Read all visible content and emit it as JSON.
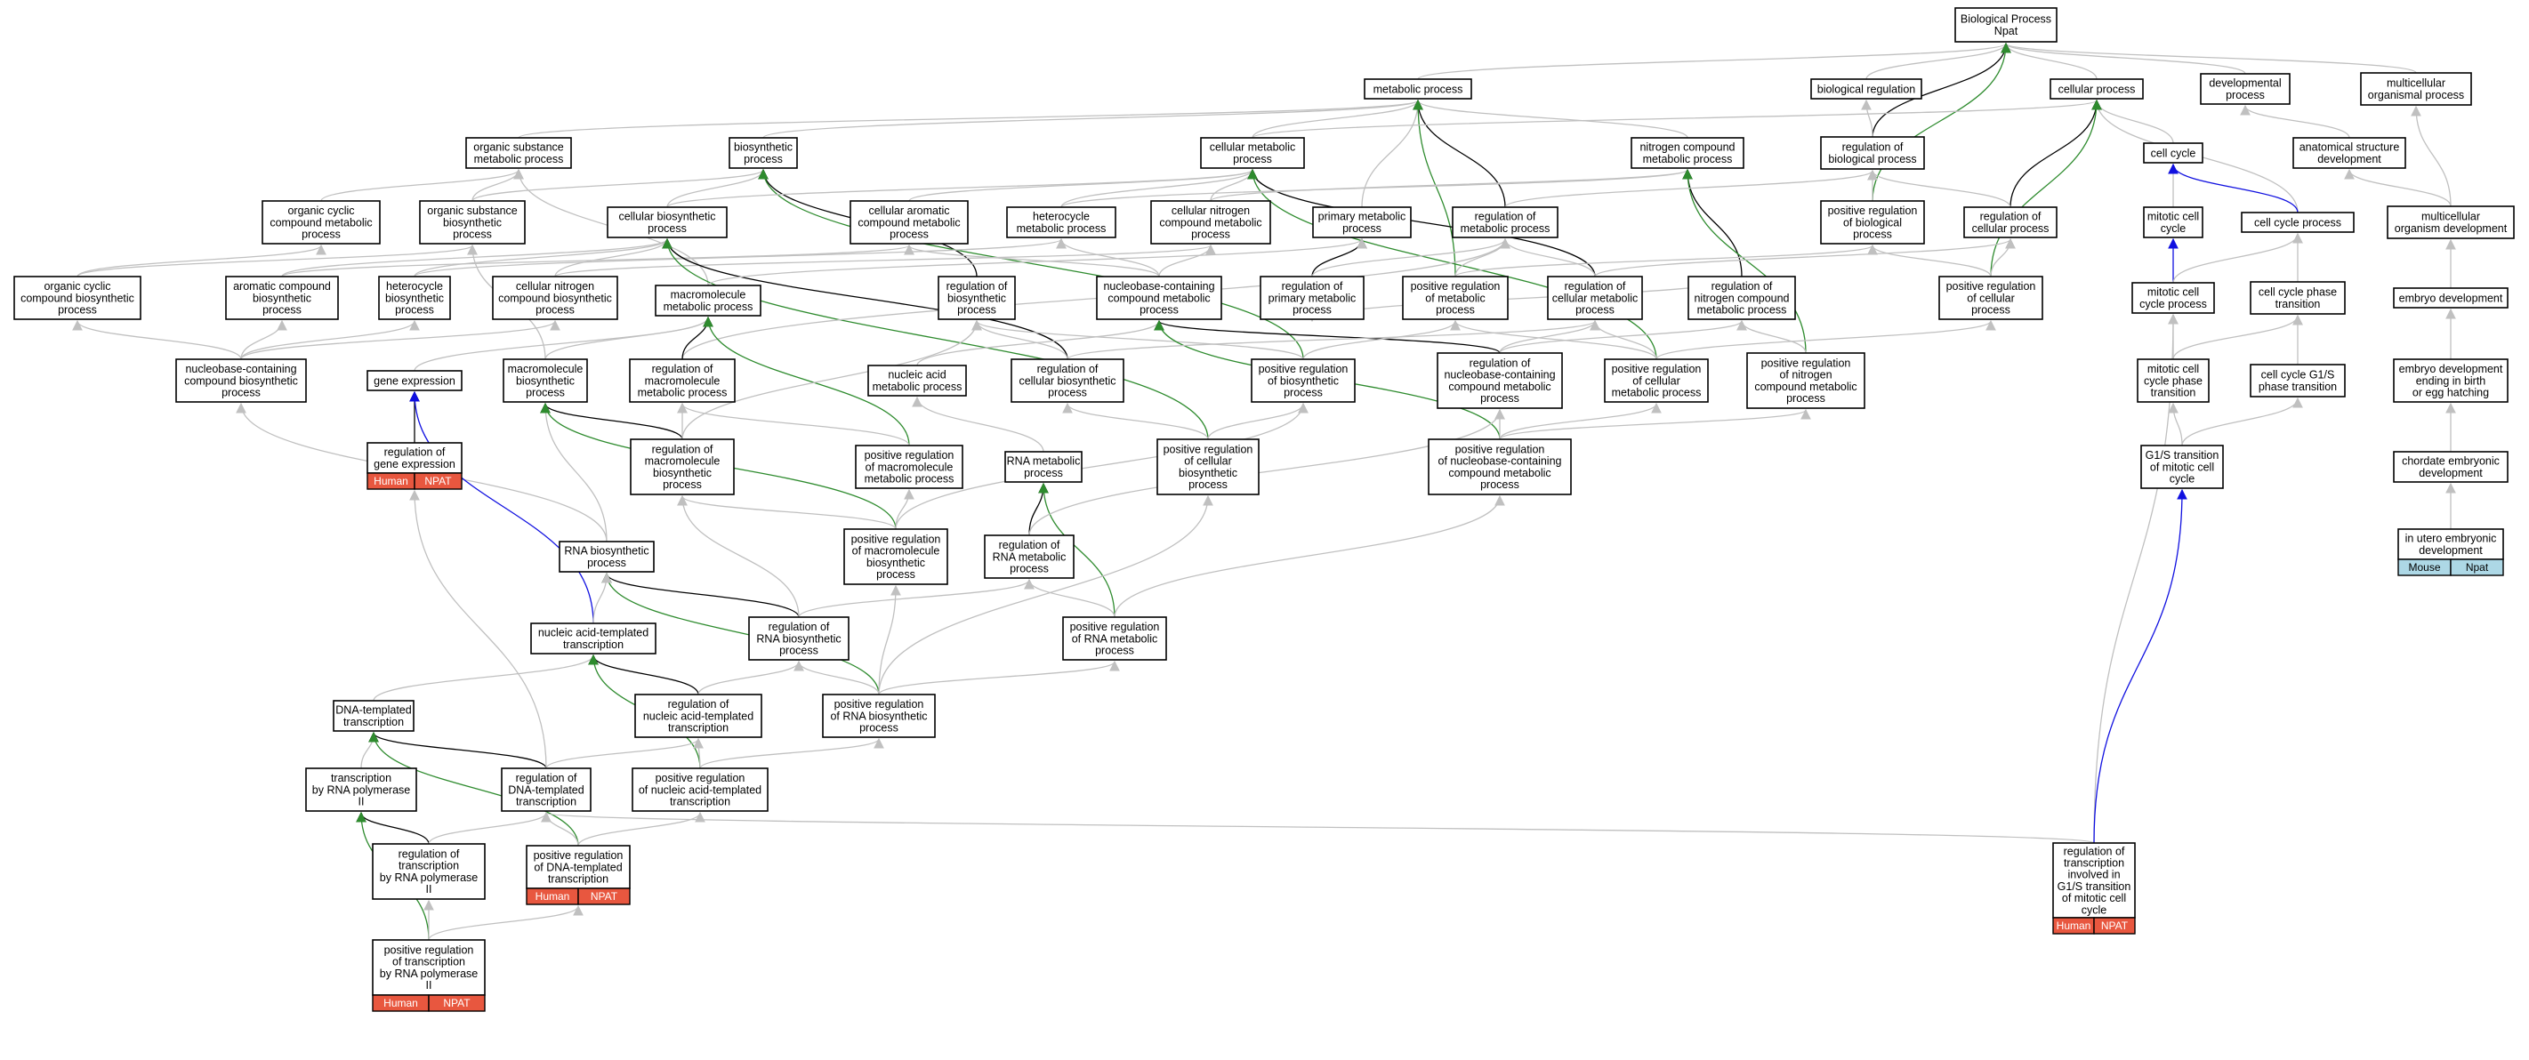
{
  "colors": {
    "gray_edge": "#c0c0c0",
    "black_edge": "#000000",
    "green_edge": "#2e8b2e",
    "blue_edge": "#1010e0",
    "badge_human": "#e8573f",
    "badge_mouse": "#add8e6"
  },
  "nodes": [
    {
      "id": "bp",
      "label": [
        "Biological Process",
        "Npat"
      ]
    },
    {
      "id": "mp",
      "label": [
        "metabolic process"
      ]
    },
    {
      "id": "breg",
      "label": [
        "biological regulation"
      ]
    },
    {
      "id": "cp",
      "label": [
        "cellular process"
      ]
    },
    {
      "id": "dp",
      "label": [
        "developmental",
        "process"
      ]
    },
    {
      "id": "mop",
      "label": [
        "multicellular",
        "organismal process"
      ]
    },
    {
      "id": "osmp",
      "label": [
        "organic substance",
        "metabolic process"
      ]
    },
    {
      "id": "bsp",
      "label": [
        "biosynthetic",
        "process"
      ]
    },
    {
      "id": "cmp",
      "label": [
        "cellular metabolic",
        "process"
      ]
    },
    {
      "id": "ncmp",
      "label": [
        "nitrogen compound",
        "metabolic process"
      ]
    },
    {
      "id": "rbp",
      "label": [
        "regulation of",
        "biological process"
      ]
    },
    {
      "id": "cc",
      "label": [
        "cell cycle"
      ]
    },
    {
      "id": "asd",
      "label": [
        "anatomical structure",
        "development"
      ]
    },
    {
      "id": "occmp",
      "label": [
        "organic cyclic",
        "compound metabolic",
        "process"
      ]
    },
    {
      "id": "osbp",
      "label": [
        "organic substance",
        "biosynthetic",
        "process"
      ]
    },
    {
      "id": "cbp",
      "label": [
        "cellular biosynthetic",
        "process"
      ]
    },
    {
      "id": "cacmp",
      "label": [
        "cellular aromatic",
        "compound metabolic",
        "process"
      ]
    },
    {
      "id": "hmp",
      "label": [
        "heterocycle",
        "metabolic process"
      ]
    },
    {
      "id": "cncmp",
      "label": [
        "cellular nitrogen",
        "compound metabolic",
        "process"
      ]
    },
    {
      "id": "pmp",
      "label": [
        "primary metabolic",
        "process"
      ]
    },
    {
      "id": "rmp",
      "label": [
        "regulation of",
        "metabolic process"
      ]
    },
    {
      "id": "prbp",
      "label": [
        "positive regulation",
        "of biological",
        "process"
      ]
    },
    {
      "id": "rcp",
      "label": [
        "regulation of",
        "cellular process"
      ]
    },
    {
      "id": "mcc",
      "label": [
        "mitotic cell",
        "cycle"
      ]
    },
    {
      "id": "ccp",
      "label": [
        "cell cycle process"
      ]
    },
    {
      "id": "mod",
      "label": [
        "multicellular",
        "organism development"
      ]
    },
    {
      "id": "occbp",
      "label": [
        "organic cyclic",
        "compound biosynthetic",
        "process"
      ]
    },
    {
      "id": "acbp",
      "label": [
        "aromatic compound",
        "biosynthetic",
        "process"
      ]
    },
    {
      "id": "hbp",
      "label": [
        "heterocycle",
        "biosynthetic",
        "process"
      ]
    },
    {
      "id": "cncbp",
      "label": [
        "cellular nitrogen",
        "compound biosynthetic",
        "process"
      ]
    },
    {
      "id": "mmp",
      "label": [
        "macromolecule",
        "metabolic process"
      ]
    },
    {
      "id": "rbsp",
      "label": [
        "regulation of",
        "biosynthetic",
        "process"
      ]
    },
    {
      "id": "nbccmp",
      "label": [
        "nucleobase-containing",
        "compound metabolic",
        "process"
      ]
    },
    {
      "id": "rpmp",
      "label": [
        "regulation of",
        "primary metabolic",
        "process"
      ]
    },
    {
      "id": "prmp",
      "label": [
        "positive regulation",
        "of metabolic",
        "process"
      ]
    },
    {
      "id": "rcmp",
      "label": [
        "regulation of",
        "cellular metabolic",
        "process"
      ]
    },
    {
      "id": "rncmp",
      "label": [
        "regulation of",
        "nitrogen compound",
        "metabolic process"
      ]
    },
    {
      "id": "prcp",
      "label": [
        "positive regulation",
        "of cellular",
        "process"
      ]
    },
    {
      "id": "mccp",
      "label": [
        "mitotic cell",
        "cycle process"
      ]
    },
    {
      "id": "ccpt",
      "label": [
        "cell cycle phase",
        "transition"
      ]
    },
    {
      "id": "ed",
      "label": [
        "embryo development"
      ]
    },
    {
      "id": "nbccbp",
      "label": [
        "nucleobase-containing",
        "compound biosynthetic",
        "process"
      ]
    },
    {
      "id": "ge",
      "label": [
        "gene expression"
      ]
    },
    {
      "id": "mbp",
      "label": [
        "macromolecule",
        "biosynthetic",
        "process"
      ]
    },
    {
      "id": "rmmp",
      "label": [
        "regulation of",
        "macromolecule",
        "metabolic process"
      ]
    },
    {
      "id": "namp",
      "label": [
        "nucleic acid",
        "metabolic process"
      ]
    },
    {
      "id": "rcbp",
      "label": [
        "regulation of",
        "cellular biosynthetic",
        "process"
      ]
    },
    {
      "id": "prbsp",
      "label": [
        "positive regulation",
        "of biosynthetic",
        "process"
      ]
    },
    {
      "id": "rnbccmp",
      "label": [
        "regulation of",
        "nucleobase-containing",
        "compound metabolic",
        "process"
      ]
    },
    {
      "id": "prcmp",
      "label": [
        "positive regulation",
        "of cellular",
        "metabolic process"
      ]
    },
    {
      "id": "prncmp",
      "label": [
        "positive regulation",
        "of nitrogen",
        "compound metabolic",
        "process"
      ]
    },
    {
      "id": "mccpt",
      "label": [
        "mitotic cell",
        "cycle phase",
        "transition"
      ]
    },
    {
      "id": "ccg1s",
      "label": [
        "cell cycle G1/S",
        "phase transition"
      ]
    },
    {
      "id": "edeb",
      "label": [
        "embryo development",
        "ending in birth",
        "or egg hatching"
      ]
    },
    {
      "id": "rge",
      "label": [
        "regulation of",
        "gene expression"
      ],
      "badges": [
        "Human",
        "NPAT"
      ]
    },
    {
      "id": "rmbp",
      "label": [
        "regulation of",
        "macromolecule",
        "biosynthetic",
        "process"
      ]
    },
    {
      "id": "prmmp",
      "label": [
        "positive regulation",
        "of macromolecule",
        "metabolic process"
      ]
    },
    {
      "id": "rnamp",
      "label": [
        "RNA metabolic",
        "process"
      ]
    },
    {
      "id": "prcbp",
      "label": [
        "positive regulation",
        "of cellular",
        "biosynthetic",
        "process"
      ]
    },
    {
      "id": "prnbccmp",
      "label": [
        "positive regulation",
        "of nucleobase-containing",
        "compound metabolic",
        "process"
      ]
    },
    {
      "id": "g1s",
      "label": [
        "G1/S transition",
        "of mitotic cell",
        "cycle"
      ]
    },
    {
      "id": "ced",
      "label": [
        "chordate embryonic",
        "development"
      ]
    },
    {
      "id": "ued",
      "label": [
        "in utero embryonic",
        "development"
      ],
      "badges": [
        "Mouse",
        "Npat"
      ]
    },
    {
      "id": "rnabp",
      "label": [
        "RNA biosynthetic",
        "process"
      ]
    },
    {
      "id": "prmbp",
      "label": [
        "positive regulation",
        "of macromolecule",
        "biosynthetic",
        "process"
      ]
    },
    {
      "id": "rrnamp",
      "label": [
        "regulation of",
        "RNA metabolic",
        "process"
      ]
    },
    {
      "id": "natt",
      "label": [
        "nucleic acid-templated",
        "transcription"
      ]
    },
    {
      "id": "rrnabp",
      "label": [
        "regulation of",
        "RNA biosynthetic",
        "process"
      ]
    },
    {
      "id": "prrnamp",
      "label": [
        "positive regulation",
        "of RNA metabolic",
        "process"
      ]
    },
    {
      "id": "dtt",
      "label": [
        "DNA-templated",
        "transcription"
      ]
    },
    {
      "id": "rnatt",
      "label": [
        "regulation of",
        "nucleic acid-templated",
        "transcription"
      ]
    },
    {
      "id": "prrnabp",
      "label": [
        "positive regulation",
        "of RNA biosynthetic",
        "process"
      ]
    },
    {
      "id": "trp2",
      "label": [
        "transcription",
        "by RNA polymerase",
        "II"
      ]
    },
    {
      "id": "rdtt",
      "label": [
        "regulation of",
        "DNA-templated",
        "transcription"
      ]
    },
    {
      "id": "prnatt",
      "label": [
        "positive regulation",
        "of nucleic acid-templated",
        "transcription"
      ]
    },
    {
      "id": "rtrp2",
      "label": [
        "regulation of",
        "transcription",
        "by RNA polymerase",
        "II"
      ]
    },
    {
      "id": "prdtt",
      "label": [
        "positive regulation",
        "of DNA-templated",
        "transcription"
      ],
      "badges": [
        "Human",
        "NPAT"
      ]
    },
    {
      "id": "rtg1s",
      "label": [
        "regulation of",
        "transcription",
        "involved in",
        "G1/S transition",
        "of mitotic cell",
        "cycle"
      ],
      "badges": [
        "Human",
        "NPAT"
      ]
    },
    {
      "id": "prtrp2",
      "label": [
        "positive regulation",
        "of transcription",
        "by RNA polymerase",
        "II"
      ],
      "badges": [
        "Human",
        "NPAT"
      ]
    }
  ],
  "edges": [
    [
      "mp",
      "bp",
      "gray"
    ],
    [
      "breg",
      "bp",
      "gray"
    ],
    [
      "cp",
      "bp",
      "gray"
    ],
    [
      "dp",
      "bp",
      "gray"
    ],
    [
      "mop",
      "bp",
      "gray"
    ],
    [
      "rbp",
      "bp",
      "black"
    ],
    [
      "prbp",
      "bp",
      "green"
    ],
    [
      "osmp",
      "mp",
      "gray"
    ],
    [
      "bsp",
      "mp",
      "gray"
    ],
    [
      "cmp",
      "mp",
      "gray"
    ],
    [
      "ncmp",
      "mp",
      "gray"
    ],
    [
      "pmp",
      "mp",
      "gray"
    ],
    [
      "rmp",
      "mp",
      "black"
    ],
    [
      "prmp",
      "mp",
      "green"
    ],
    [
      "rbp",
      "breg",
      "gray"
    ],
    [
      "cmp",
      "cp",
      "gray"
    ],
    [
      "cc",
      "cp",
      "gray"
    ],
    [
      "ccp",
      "cp",
      "gray"
    ],
    [
      "rcp",
      "cp",
      "black"
    ],
    [
      "prcp",
      "cp",
      "green"
    ],
    [
      "asd",
      "dp",
      "gray"
    ],
    [
      "mod",
      "mop",
      "gray"
    ],
    [
      "mod",
      "asd",
      "gray"
    ],
    [
      "occmp",
      "osmp",
      "gray"
    ],
    [
      "osbp",
      "osmp",
      "gray"
    ],
    [
      "mmp",
      "osmp",
      "gray"
    ],
    [
      "osbp",
      "bsp",
      "gray"
    ],
    [
      "cbp",
      "bsp",
      "gray"
    ],
    [
      "rbsp",
      "bsp",
      "black"
    ],
    [
      "prbsp",
      "bsp",
      "green"
    ],
    [
      "cbp",
      "cmp",
      "gray"
    ],
    [
      "cacmp",
      "cmp",
      "gray"
    ],
    [
      "hmp",
      "cmp",
      "gray"
    ],
    [
      "cncmp",
      "cmp",
      "gray"
    ],
    [
      "rcmp",
      "cmp",
      "black"
    ],
    [
      "prcmp",
      "cmp",
      "green"
    ],
    [
      "cncmp",
      "ncmp",
      "gray"
    ],
    [
      "hmp",
      "ncmp",
      "gray"
    ],
    [
      "rncmp",
      "ncmp",
      "black"
    ],
    [
      "prncmp",
      "ncmp",
      "green"
    ],
    [
      "rmp",
      "rbp",
      "gray"
    ],
    [
      "rcp",
      "rbp",
      "gray"
    ],
    [
      "prbp",
      "rbp",
      "gray"
    ],
    [
      "mcc",
      "cc",
      "gray"
    ],
    [
      "ccp",
      "cc",
      "blue"
    ],
    [
      "ed",
      "mod",
      "gray"
    ],
    [
      "occbp",
      "occmp",
      "gray"
    ],
    [
      "acbp",
      "cacmp",
      "gray"
    ],
    [
      "hbp",
      "hmp",
      "gray"
    ],
    [
      "cncbp",
      "cncmp",
      "gray"
    ],
    [
      "occbp",
      "osbp",
      "gray"
    ],
    [
      "mbp",
      "osbp",
      "gray"
    ],
    [
      "cncbp",
      "cbp",
      "gray"
    ],
    [
      "acbp",
      "cbp",
      "gray"
    ],
    [
      "hbp",
      "cbp",
      "gray"
    ],
    [
      "rcbp",
      "cbp",
      "black"
    ],
    [
      "prcbp",
      "cbp",
      "green"
    ],
    [
      "nbccmp",
      "cacmp",
      "gray"
    ],
    [
      "nbccmp",
      "hmp",
      "gray"
    ],
    [
      "nbccmp",
      "cncmp",
      "gray"
    ],
    [
      "rpmp",
      "pmp",
      "black"
    ],
    [
      "mmp",
      "pmp",
      "gray"
    ],
    [
      "rpmp",
      "rmp",
      "gray"
    ],
    [
      "rcmp",
      "rmp",
      "gray"
    ],
    [
      "prmp",
      "rmp",
      "gray"
    ],
    [
      "rmmp",
      "rmp",
      "gray"
    ],
    [
      "prmp",
      "prbp",
      "gray"
    ],
    [
      "prcp",
      "prbp",
      "gray"
    ],
    [
      "rcmp",
      "rcp",
      "gray"
    ],
    [
      "prcp",
      "rcp",
      "gray"
    ],
    [
      "mccp",
      "mcc",
      "blue"
    ],
    [
      "mccp",
      "ccp",
      "gray"
    ],
    [
      "ccpt",
      "ccp",
      "gray"
    ],
    [
      "edeb",
      "ed",
      "gray"
    ],
    [
      "nbccbp",
      "occbp",
      "gray"
    ],
    [
      "nbccbp",
      "acbp",
      "gray"
    ],
    [
      "nbccbp",
      "hbp",
      "gray"
    ],
    [
      "nbccbp",
      "cncbp",
      "gray"
    ],
    [
      "ge",
      "mmp",
      "gray"
    ],
    [
      "mbp",
      "mmp",
      "gray"
    ],
    [
      "rmmp",
      "mmp",
      "black"
    ],
    [
      "prmmp",
      "mmp",
      "green"
    ],
    [
      "rcbp",
      "rbsp",
      "gray"
    ],
    [
      "prbsp",
      "rbsp",
      "gray"
    ],
    [
      "rmbp",
      "rbsp",
      "gray"
    ],
    [
      "namp",
      "nbccmp",
      "gray"
    ],
    [
      "rnbccmp",
      "nbccmp",
      "black"
    ],
    [
      "prnbccmp",
      "nbccmp",
      "green"
    ],
    [
      "rncmp",
      "rpmp",
      "gray"
    ],
    [
      "prbsp",
      "prmp",
      "gray"
    ],
    [
      "prcmp",
      "prmp",
      "gray"
    ],
    [
      "rnbccmp",
      "rcmp",
      "gray"
    ],
    [
      "prcmp",
      "rcmp",
      "gray"
    ],
    [
      "rcbp",
      "rcmp",
      "gray"
    ],
    [
      "rnbccmp",
      "rncmp",
      "gray"
    ],
    [
      "prncmp",
      "rncmp",
      "gray"
    ],
    [
      "prcmp",
      "prcp",
      "gray"
    ],
    [
      "mccpt",
      "mccp",
      "gray"
    ],
    [
      "mccpt",
      "ccpt",
      "gray"
    ],
    [
      "ccg1s",
      "ccpt",
      "gray"
    ],
    [
      "ced",
      "edeb",
      "gray"
    ],
    [
      "ued",
      "ced",
      "gray"
    ],
    [
      "rnabp",
      "nbccbp",
      "gray"
    ],
    [
      "rnabp",
      "mbp",
      "gray"
    ],
    [
      "rge",
      "ge",
      "black"
    ],
    [
      "natt",
      "ge",
      "blue"
    ],
    [
      "rmbp",
      "mbp",
      "black"
    ],
    [
      "prmbp",
      "mbp",
      "green"
    ],
    [
      "rmbp",
      "rmmp",
      "gray"
    ],
    [
      "prmmp",
      "rmmp",
      "gray"
    ],
    [
      "rnamp",
      "namp",
      "gray"
    ],
    [
      "prcbp",
      "prbsp",
      "gray"
    ],
    [
      "prmbp",
      "prbsp",
      "gray"
    ],
    [
      "prcbp",
      "rcbp",
      "gray"
    ],
    [
      "prnbccmp",
      "rnbccmp",
      "gray"
    ],
    [
      "prnbccmp",
      "prcmp",
      "gray"
    ],
    [
      "prnbccmp",
      "prncmp",
      "gray"
    ],
    [
      "g1s",
      "mccpt",
      "gray"
    ],
    [
      "g1s",
      "ccg1s",
      "gray"
    ],
    [
      "rrnamp",
      "rnamp",
      "black"
    ],
    [
      "prrnamp",
      "rnamp",
      "green"
    ],
    [
      "prmbp",
      "prmmp",
      "gray"
    ],
    [
      "prmbp",
      "rmbp",
      "gray"
    ],
    [
      "rrnabp",
      "rnabp",
      "black"
    ],
    [
      "prrnabp",
      "rnabp",
      "green"
    ],
    [
      "natt",
      "rnabp",
      "gray"
    ],
    [
      "rrnamp",
      "rnbccmp",
      "gray"
    ],
    [
      "prrnamp",
      "prnbccmp",
      "gray"
    ],
    [
      "prrnamp",
      "rrnamp",
      "gray"
    ],
    [
      "rrnabp",
      "rrnamp",
      "gray"
    ],
    [
      "rrnabp",
      "rmbp",
      "gray"
    ],
    [
      "prrnabp",
      "prmbp",
      "gray"
    ],
    [
      "prrnabp",
      "prcbp",
      "gray"
    ],
    [
      "prrnabp",
      "rrnabp",
      "gray"
    ],
    [
      "prrnabp",
      "prrnamp",
      "gray"
    ],
    [
      "dtt",
      "natt",
      "gray"
    ],
    [
      "rnatt",
      "natt",
      "black"
    ],
    [
      "prnatt",
      "natt",
      "green"
    ],
    [
      "rnatt",
      "rrnabp",
      "gray"
    ],
    [
      "prnatt",
      "prrnabp",
      "gray"
    ],
    [
      "prnatt",
      "rnatt",
      "gray"
    ],
    [
      "trp2",
      "dtt",
      "gray"
    ],
    [
      "rdtt",
      "dtt",
      "black"
    ],
    [
      "prdtt",
      "dtt",
      "green"
    ],
    [
      "rdtt",
      "rnatt",
      "gray"
    ],
    [
      "prdtt",
      "prnatt",
      "gray"
    ],
    [
      "prdtt",
      "rdtt",
      "gray"
    ],
    [
      "rtrp2",
      "trp2",
      "black"
    ],
    [
      "prtrp2",
      "trp2",
      "green"
    ],
    [
      "rtrp2",
      "rdtt",
      "gray"
    ],
    [
      "prtrp2",
      "rtrp2",
      "gray"
    ],
    [
      "prtrp2",
      "prdtt",
      "gray"
    ],
    [
      "rtg1s",
      "rdtt",
      "gray"
    ],
    [
      "rtg1s",
      "mccp",
      "gray"
    ],
    [
      "rtg1s",
      "g1s",
      "blue"
    ],
    [
      "rdtt",
      "rge",
      "gray"
    ]
  ]
}
